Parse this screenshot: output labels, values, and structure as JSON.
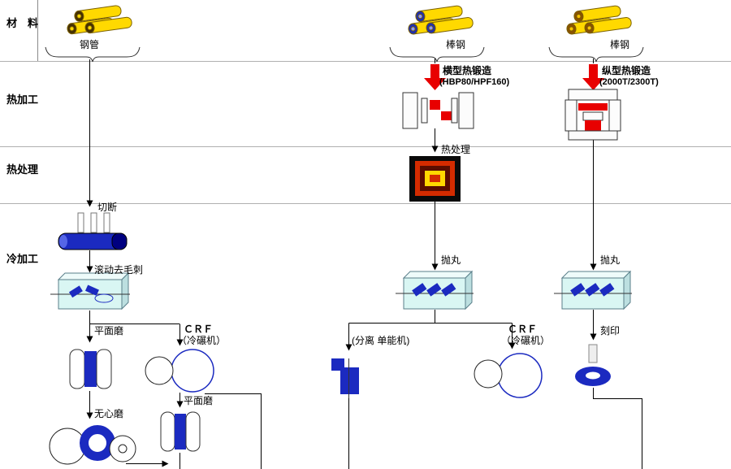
{
  "diagram": {
    "rows": [
      {
        "label": "材　料"
      },
      {
        "label": "热加工"
      },
      {
        "label": "热处理"
      },
      {
        "label": "冷加工"
      }
    ],
    "materials": [
      {
        "name": "钢管"
      },
      {
        "name": "棒钢"
      },
      {
        "name": "棒钢"
      }
    ],
    "col_pipe": {
      "cut": "切断",
      "deburr": "滚动去毛刺",
      "surface_grind": "平面磨",
      "centerless_grind": "无心磨"
    },
    "branch_crf_left": {
      "title": "ＣＲＦ",
      "subtitle": "（冷碾机）",
      "surface_grind": "平面磨"
    },
    "col_bar_mid": {
      "forge": "横型热锻造",
      "forge_spec": "(HBP80/HPF160)",
      "heat_treat": "热处理",
      "shot_blast": "抛丸",
      "separator": "(分离 单能机)",
      "crf_title": "ＣＲＦ",
      "crf_subtitle": "（冷碾机）"
    },
    "col_bar_right": {
      "forge": "纵型热锻造",
      "forge_spec": "(2000T/2300T)",
      "shot_blast": "抛丸",
      "marking": "刻印"
    },
    "colors": {
      "arrow_red": "#e80000",
      "steel_yellow": "#ffd900",
      "machine_blue": "#1b2ac0",
      "machine_box_cyan": "#d9f6f3",
      "divider_gray": "#b0b0b0"
    }
  }
}
